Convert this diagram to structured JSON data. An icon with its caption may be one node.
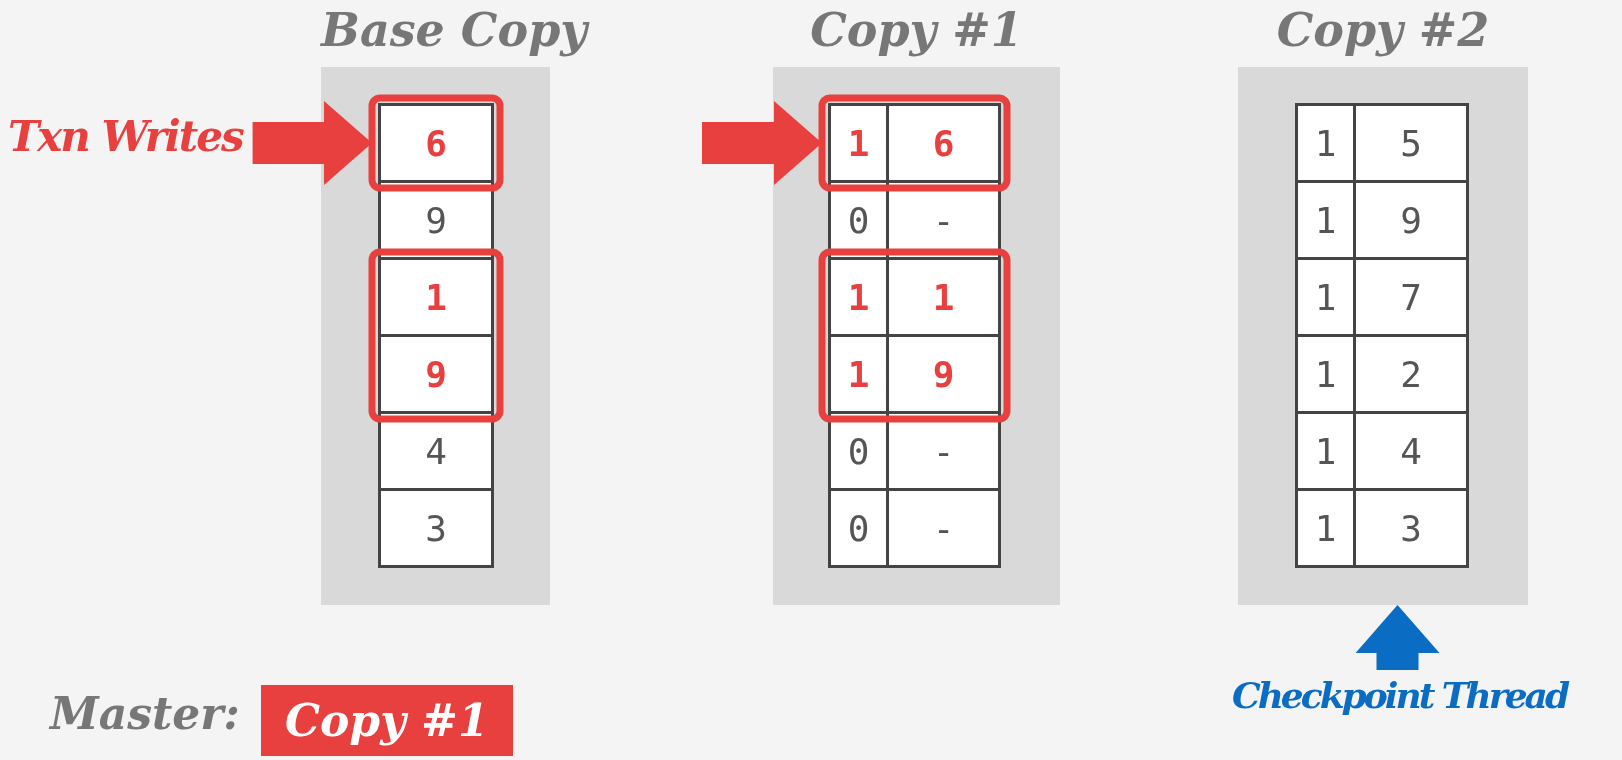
{
  "diagram": {
    "nodes": [
      {
        "text": [
          "Base Copy"
        ]
      },
      {
        "text": [
          "6"
        ],
        "in": 0
      },
      {
        "text": [
          "9"
        ],
        "in": 0
      },
      {
        "text": [
          "1"
        ],
        "in": 0
      },
      {
        "text": [
          "9"
        ],
        "in": 0
      },
      {
        "text": [
          "4"
        ],
        "in": 0
      },
      {
        "text": [
          "3"
        ],
        "in": 0
      },
      {
        "text": [
          "Copy #1"
        ]
      },
      {
        "text": [
          "1",
          "6"
        ],
        "in": 7
      },
      {
        "text": [
          "0",
          "-"
        ],
        "in": 7
      },
      {
        "text": [
          "1",
          "1"
        ],
        "in": 7
      },
      {
        "text": [
          "1",
          "9"
        ],
        "in": 7
      },
      {
        "text": [
          "0",
          "-"
        ],
        "in": 7
      },
      {
        "text": [
          "0",
          "-"
        ],
        "in": 7
      },
      {
        "text": [
          "Copy #2"
        ]
      },
      {
        "text": [
          "1",
          "5"
        ],
        "in": 14
      },
      {
        "text": [
          "1",
          "9"
        ],
        "in": 14
      },
      {
        "text": [
          "1",
          "7"
        ],
        "in": 14
      },
      {
        "text": [
          "1",
          "2"
        ],
        "in": 14
      },
      {
        "text": [
          "1",
          "4"
        ],
        "in": 14
      },
      {
        "text": [
          "1",
          "3"
        ],
        "in": 14
      },
      {
        "text": [
          "Txn Writes"
        ]
      },
      {
        "text": [
          "Checkpoint Thread"
        ]
      },
      {
        "text": [
          "Copy #1"
        ]
      }
    ],
    "edges": [
      {
        "from": 21,
        "to": 1,
        "arrow": "to"
      },
      {
        "from": null,
        "to": 8,
        "arrow": "to"
      },
      {
        "from": 22,
        "to": 14,
        "arrow": "to",
        "color": "#0a6cc2"
      }
    ],
    "labels": [
      "Master:"
    ]
  }
}
